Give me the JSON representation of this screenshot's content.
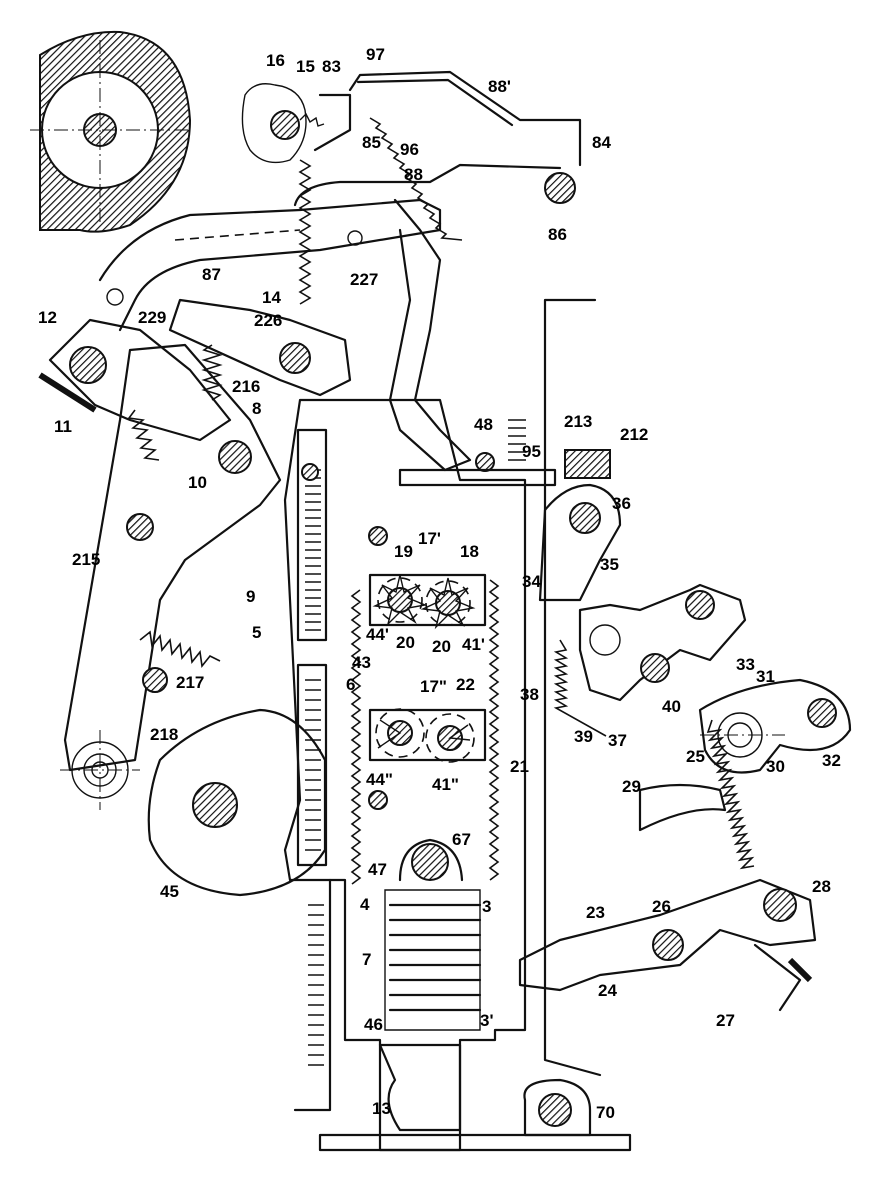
{
  "labels": {
    "l16": "16",
    "l15": "15",
    "l83": "83",
    "l97": "97",
    "l88p": "88'",
    "l84": "84",
    "l85": "85",
    "l96": "96",
    "l88": "88",
    "l86": "86",
    "l87": "87",
    "l227": "227",
    "l14": "14",
    "l226": "226",
    "l229": "229",
    "l12": "12",
    "l216": "216",
    "l8": "8",
    "l11": "11",
    "l10": "10",
    "l48": "48",
    "l213": "213",
    "l212": "212",
    "l95": "95",
    "l36": "36",
    "l215": "215",
    "l17p": "17'",
    "l19": "19",
    "l18": "18",
    "l9": "9",
    "l34": "34",
    "l35": "35",
    "l5": "5",
    "l44p": "44'",
    "l20a": "20",
    "l20b": "20",
    "l41p": "41'",
    "l43": "43",
    "l217": "217",
    "l6": "6",
    "l33": "33",
    "l31": "31",
    "l17pp": "17\"",
    "l22": "22",
    "l38": "38",
    "l40": "40",
    "l218": "218",
    "l39": "39",
    "l37": "37",
    "l30": "30",
    "l32": "32",
    "l44pp": "44\"",
    "l41pp": "41\"",
    "l21": "21",
    "l25": "25",
    "l29": "29",
    "l45": "45",
    "l67": "67",
    "l47": "47",
    "l28": "28",
    "l4": "4",
    "l3": "3",
    "l26": "26",
    "l23": "23",
    "l7": "7",
    "l24": "24",
    "l27": "27",
    "l46": "46",
    "l3p": "3'",
    "l70": "70",
    "l13": "13"
  }
}
